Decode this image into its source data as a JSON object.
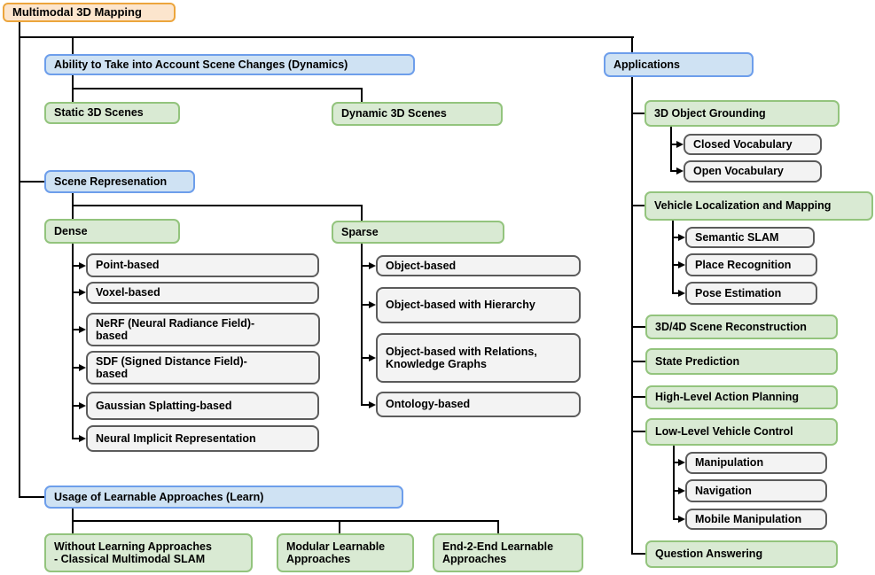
{
  "title": "Multimodal 3D Mapping",
  "colors": {
    "root_fill": "#FCE5CD",
    "root_border": "#ECA53C",
    "blue_fill": "#CFE2F3",
    "blue_border": "#6D9EEB",
    "green_fill": "#D9EAD3",
    "green_border": "#93C47D",
    "gray_fill": "#F3F3F3",
    "gray_border": "#5B5B5B",
    "line": "#000000"
  },
  "branches": {
    "dynamics": {
      "label": "Ability to Take into Account Scene Changes (Dynamics)",
      "children": [
        "Static 3D Scenes",
        "Dynamic 3D Scenes"
      ]
    },
    "representation": {
      "label": "Scene Represenation",
      "dense": {
        "label": "Dense",
        "children": [
          "Point-based",
          "Voxel-based",
          "NeRF (Neural Radiance Field)-\nbased",
          "SDF (Signed Distance Field)-\nbased",
          "Gaussian Splatting-based",
          "Neural Implicit Representation"
        ]
      },
      "sparse": {
        "label": "Sparse",
        "children": [
          "Object-based",
          "Object-based with Hierarchy",
          "Object-based with Relations,\nKnowledge Graphs",
          "Ontology-based"
        ]
      }
    },
    "learn": {
      "label": "Usage of Learnable Approaches (Learn)",
      "children": [
        "Without Learning Approaches\n- Classical Multimodal SLAM",
        "Modular Learnable\nApproaches",
        "End-2-End Learnable\nApproaches"
      ]
    },
    "applications": {
      "label": "Applications",
      "items": [
        {
          "label": "3D Object Grounding",
          "children": [
            "Closed Vocabulary",
            "Open Vocabulary"
          ]
        },
        {
          "label": "Vehicle Localization and Mapping",
          "children": [
            "Semantic SLAM",
            "Place Recognition",
            "Pose Estimation"
          ]
        },
        {
          "label": "3D/4D Scene Reconstruction",
          "children": []
        },
        {
          "label": "State Prediction",
          "children": []
        },
        {
          "label": "High-Level Action Planning",
          "children": []
        },
        {
          "label": "Low-Level Vehicle Control",
          "children": [
            "Manipulation",
            "Navigation",
            "Mobile Manipulation"
          ]
        },
        {
          "label": "Question Answering",
          "children": []
        }
      ]
    }
  }
}
